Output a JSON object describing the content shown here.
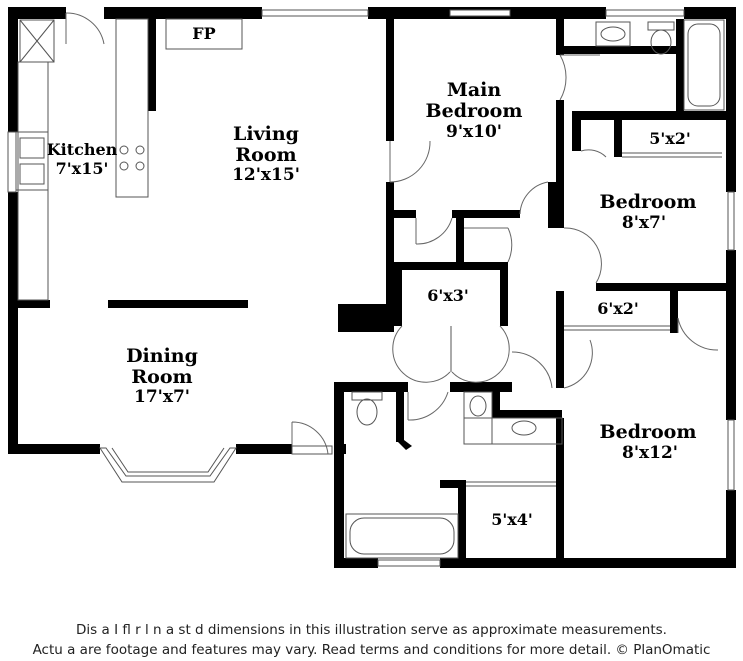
{
  "rooms": {
    "kitchen": {
      "name": "Kitchen",
      "dims": "7'x15'"
    },
    "living": {
      "name_line1": "Living",
      "name_line2": "Room",
      "dims": "12'x15'"
    },
    "fireplace": {
      "label": "FP"
    },
    "main_bedroom": {
      "name_line1": "Main",
      "name_line2": "Bedroom",
      "dims": "9'x10'"
    },
    "closet_top_right": {
      "dims": "5'x2'"
    },
    "bedroom_upper": {
      "name": "Bedroom",
      "dims": "8'x7'"
    },
    "closet_hall": {
      "dims": "6'x3'"
    },
    "closet_mid_right": {
      "dims": "6'x2'"
    },
    "dining": {
      "name_line1": "Dining",
      "name_line2": "Room",
      "dims": "17'x7'"
    },
    "bedroom_lower": {
      "name": "Bedroom",
      "dims": "8'x12'"
    },
    "closet_bottom": {
      "dims": "5'x4'"
    }
  },
  "disclaimer": {
    "line1": "Dis     a     I   fl    r  l  n  a   st   d dimensions in this illustration serve as approximate measurements.",
    "line2": "Actu   a  are footage and features may vary. Read terms and conditions for more detail. © PlanOmatic"
  }
}
